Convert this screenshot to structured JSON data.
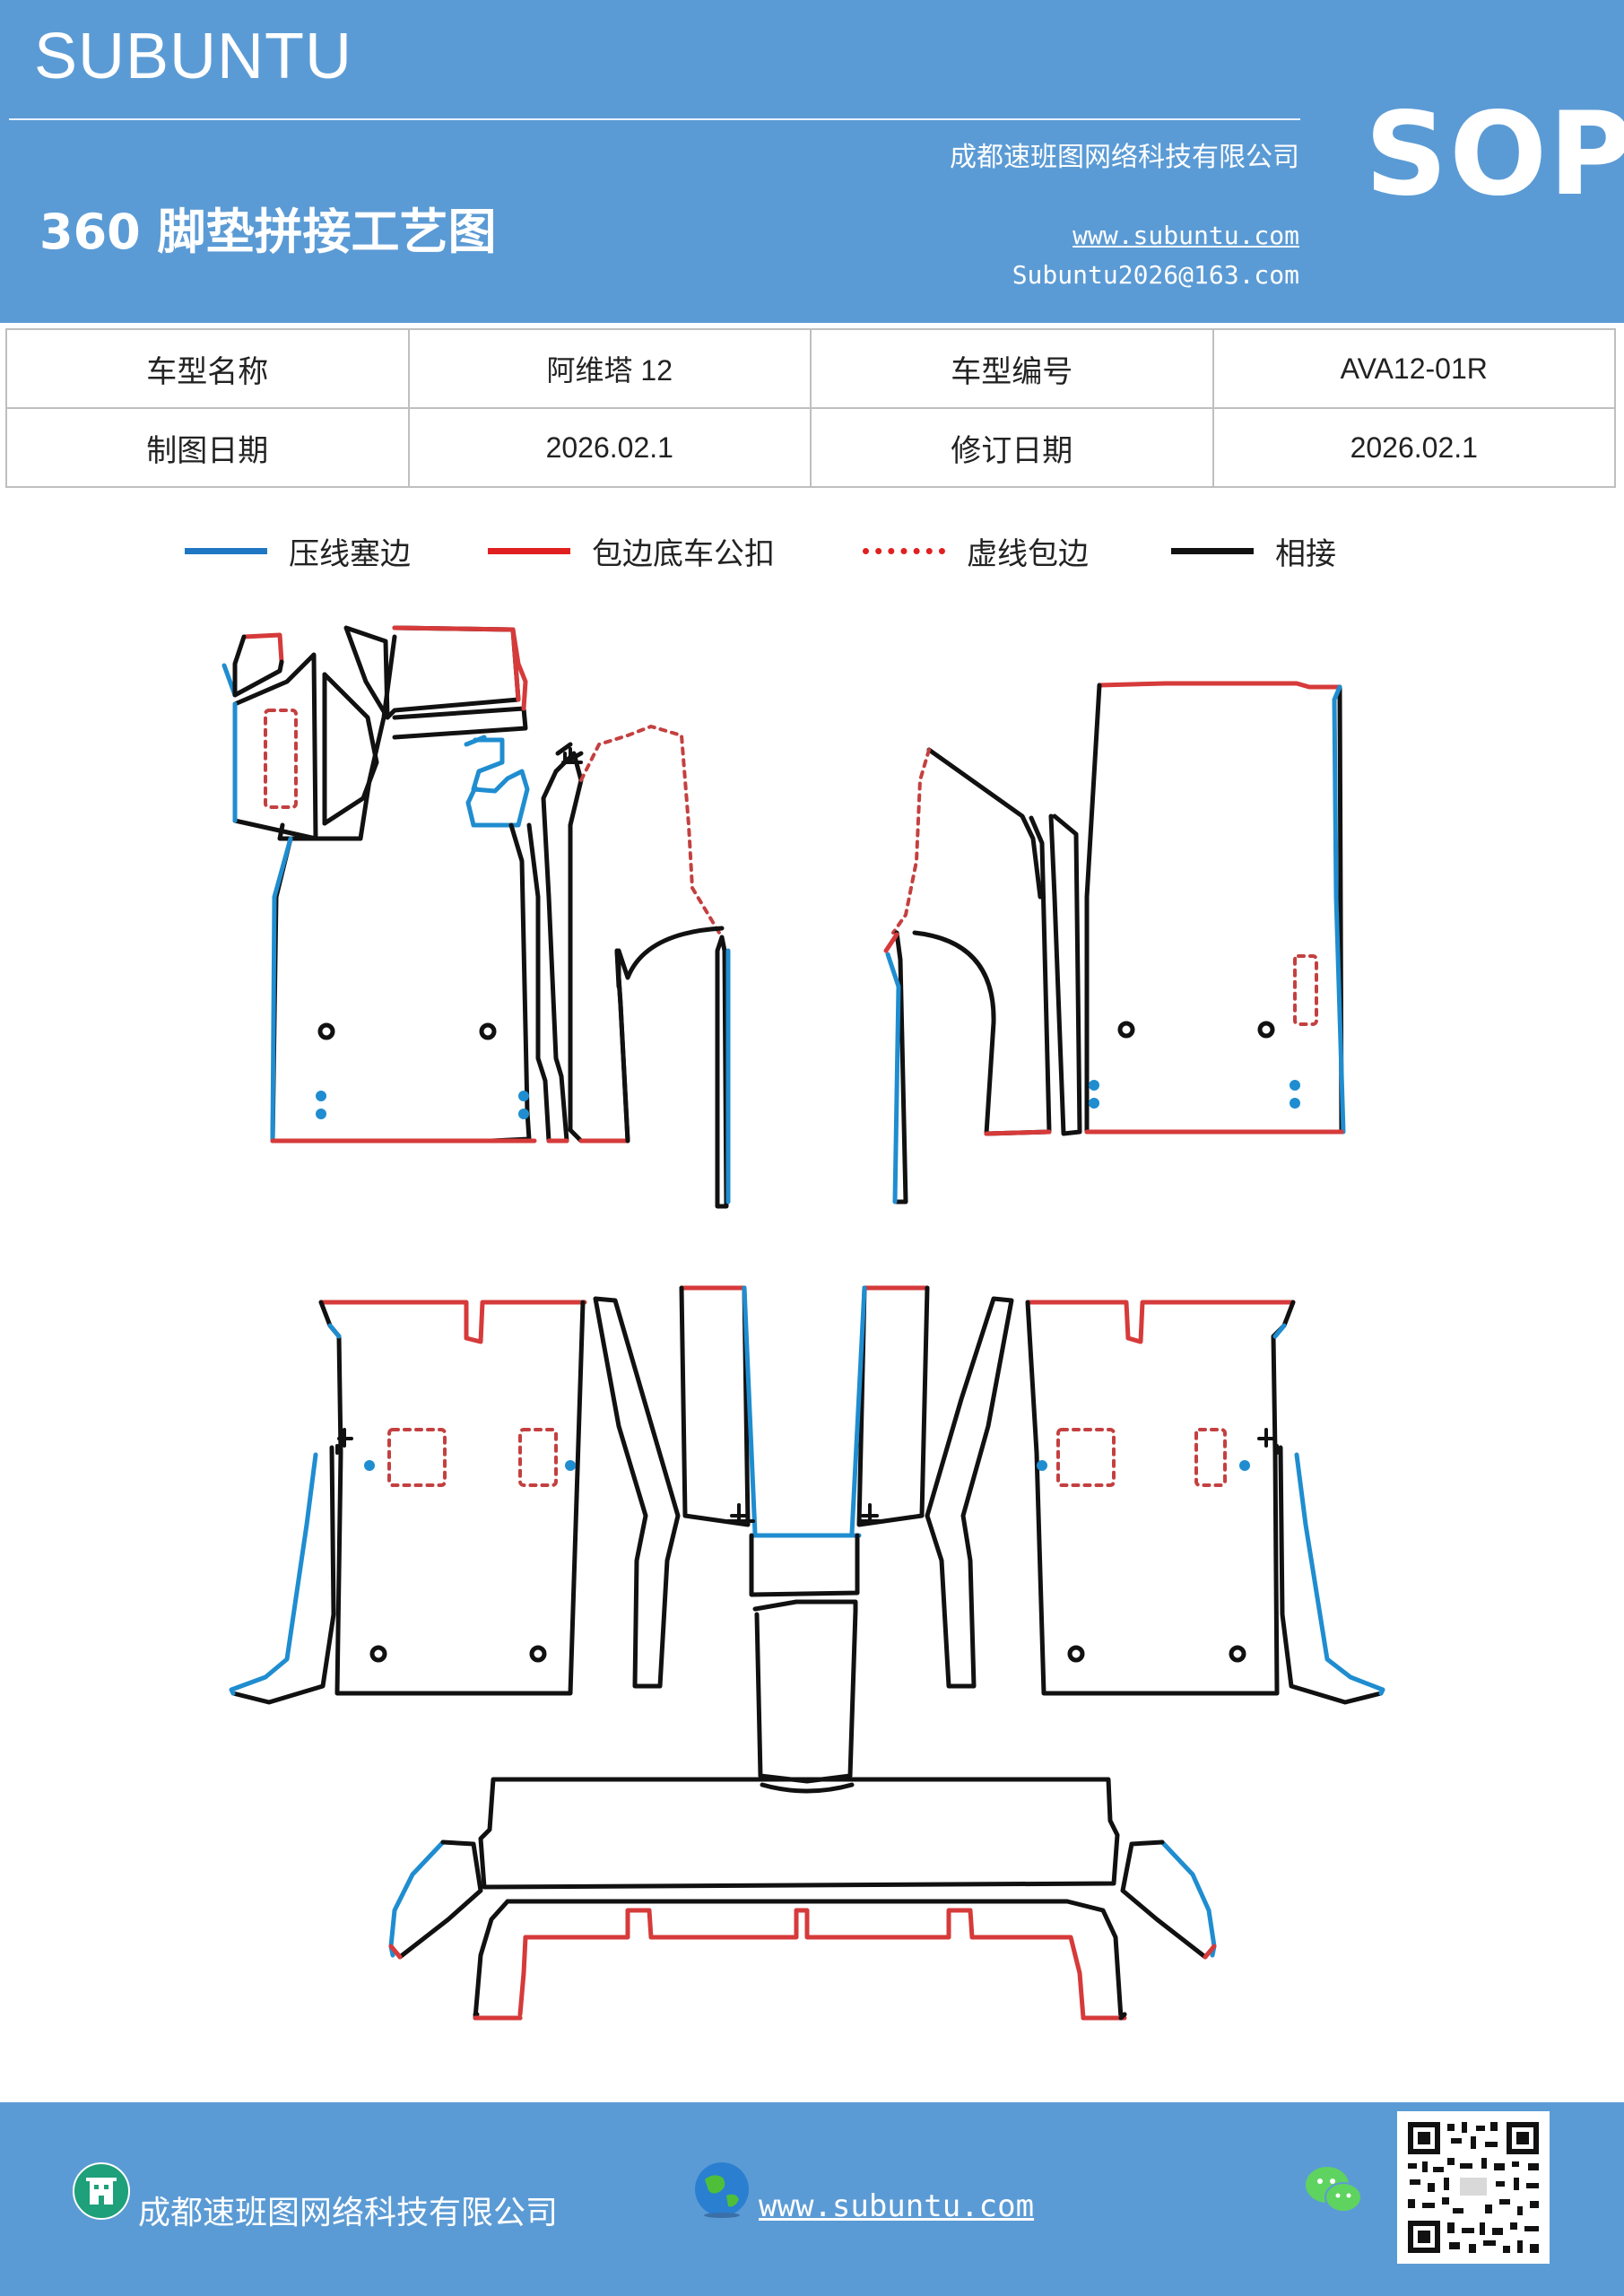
{
  "header": {
    "brand": "SUBUNTU",
    "company": "成都速班图网络科技有限公司",
    "title": "360 脚垫拼接工艺图",
    "website": "www.subuntu.com",
    "email": "Subuntu2026@163.com",
    "badge": "SOP",
    "bg_color": "#5b9bd5"
  },
  "info_table": {
    "rows": [
      [
        "车型名称",
        "阿维塔 12",
        "车型编号",
        "AVA12-01R"
      ],
      [
        "制图日期",
        "2026.02.1",
        "修订日期",
        "2026.02.1"
      ]
    ]
  },
  "legend": [
    {
      "label": "压线塞边",
      "color": "#1f77c4",
      "style": "solid"
    },
    {
      "label": "包边底车公扣",
      "color": "#e02020",
      "style": "solid"
    },
    {
      "label": "虚线包边",
      "color": "#e02020",
      "style": "dotted"
    },
    {
      "label": "相接",
      "color": "#111111",
      "style": "solid"
    }
  ],
  "footer": {
    "company": "成都速班图网络科技有限公司",
    "website": "www.subuntu.com",
    "icons": [
      "building-icon",
      "globe-icon",
      "wechat-icon",
      "qr-code"
    ]
  }
}
